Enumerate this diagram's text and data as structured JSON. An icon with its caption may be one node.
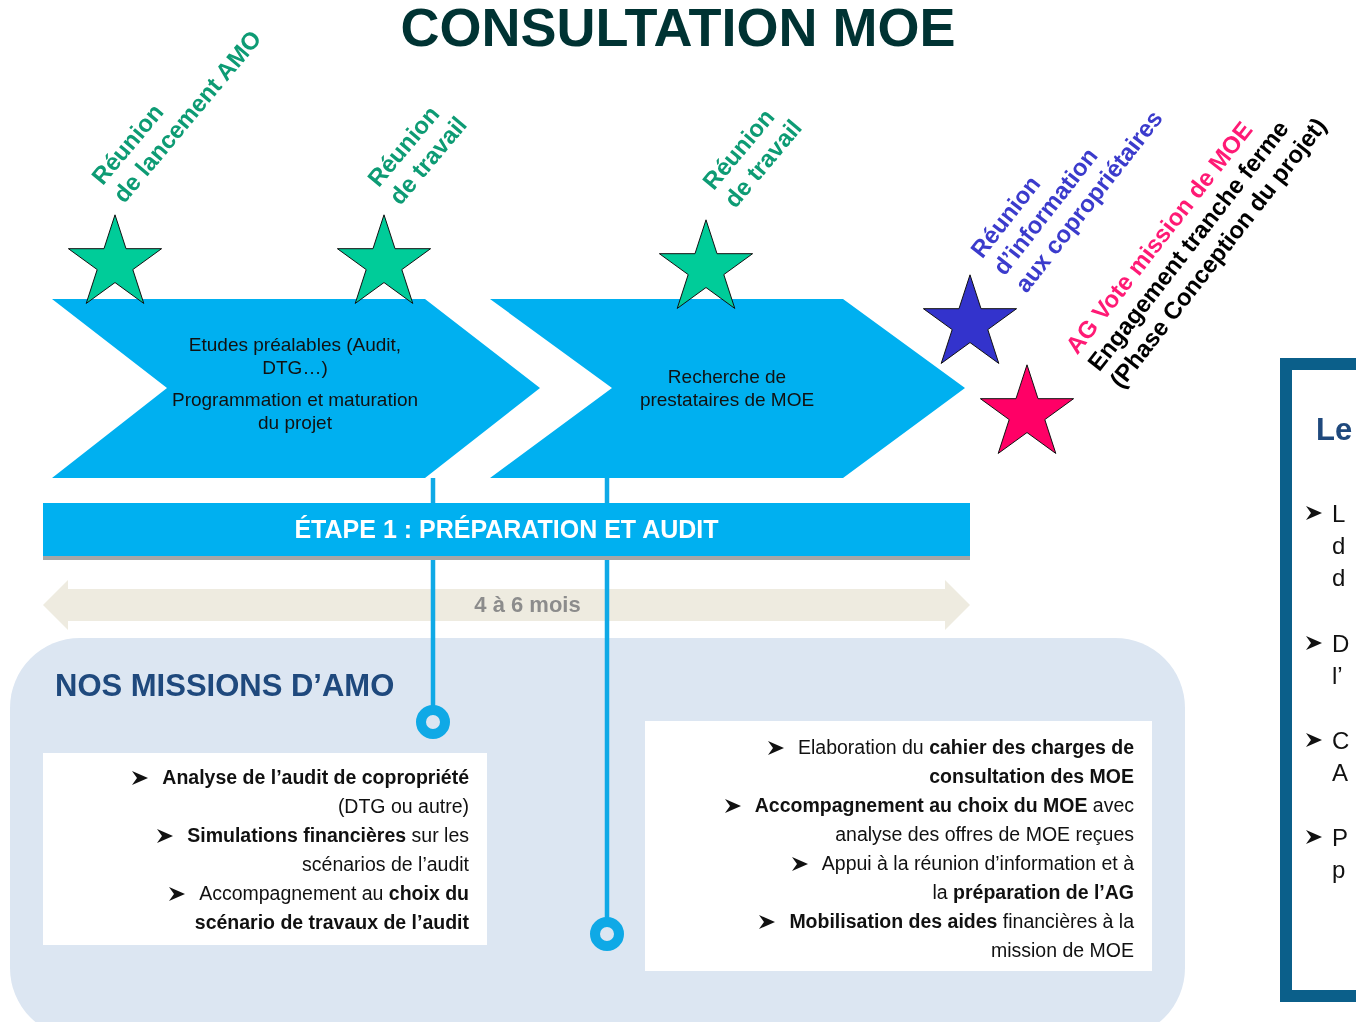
{
  "diagram": {
    "title": "CONSULTATION MOE",
    "nodes": [
      {
        "text": [
          "Etudes préalables (Audit, DTG…)",
          "Programmation et maturation du projet"
        ]
      },
      {
        "text": [
          "Recherche de prestataires de MOE"
        ]
      },
      {
        "text": [],
        "shape": "star",
        "beside": [
          "Réunion de lancement AMO"
        ]
      },
      {
        "text": [],
        "shape": "star",
        "beside": [
          "Réunion de travail"
        ]
      },
      {
        "text": [],
        "shape": "star",
        "beside": [
          "Réunion de travail"
        ]
      },
      {
        "text": [],
        "shape": "star",
        "beside": [
          "Réunion d’information aux copropriétaires"
        ]
      },
      {
        "text": [],
        "shape": "star",
        "beside": [
          "AG Vote mission de MOE",
          "Engagement tranche ferme (Phase Conception du projet)"
        ]
      },
      {
        "text": [
          "ÉTAPE 1 : PRÉPARATION ET AUDIT"
        ]
      },
      {
        "text": [
          "NOS MISSIONS D’AMO"
        ]
      },
      {
        "text": [
          "**Analyse de l’audit de copropriété** (DTG ou autre)",
          "**Simulations financières** sur les scénarios de l’audit",
          "Accompagnement au **choix du scénario de travaux de l’audit**"
        ],
        "in": 8
      },
      {
        "text": [
          "Elaboration du **cahier des charges de consultation des MOE**",
          "**Accompagnement au choix du MOE** avec analyse des offres de MOE reçues",
          "Appui à la réunion d’information et à la **préparation de l’AG**",
          "**Mobilisation des aides** financières à la mission de MOE"
        ],
        "in": 8
      },
      {
        "text": [],
        "shape": "circle",
        "in": 8
      },
      {
        "text": [],
        "shape": "circle",
        "in": 8
      },
      {
        "text": [
          "Le",
          "L d d",
          "D l’",
          "C A",
          "P p"
        ]
      }
    ],
    "edges": [
      {
        "from": 0,
        "to": 7,
        "arrow": "none"
      },
      {
        "from": 7,
        "to": 11,
        "arrow": "none"
      },
      {
        "from": 1,
        "to": 7,
        "arrow": "none"
      },
      {
        "from": 7,
        "to": 12,
        "arrow": "none"
      }
    ],
    "labels": [
      "4 à 6 mois"
    ]
  }
}
